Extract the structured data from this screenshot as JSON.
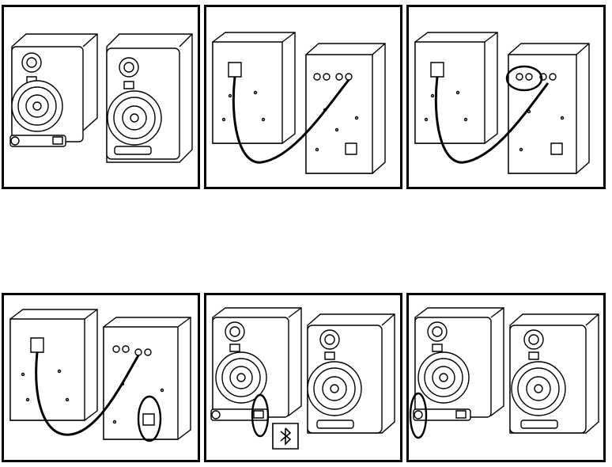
{
  "figure": {
    "panel_count": 6,
    "line_color": "#000000",
    "background_color": "#ffffff"
  },
  "panels": [
    {
      "view": "front",
      "highlight": "none"
    },
    {
      "view": "rear",
      "highlight": "none"
    },
    {
      "view": "rear",
      "highlight": "rca-inputs"
    },
    {
      "view": "rear",
      "highlight": "power-socket"
    },
    {
      "view": "front",
      "highlight": "pairing-button",
      "badge_icon": "bluetooth-icon"
    },
    {
      "view": "front",
      "highlight": "volume-knob"
    }
  ]
}
